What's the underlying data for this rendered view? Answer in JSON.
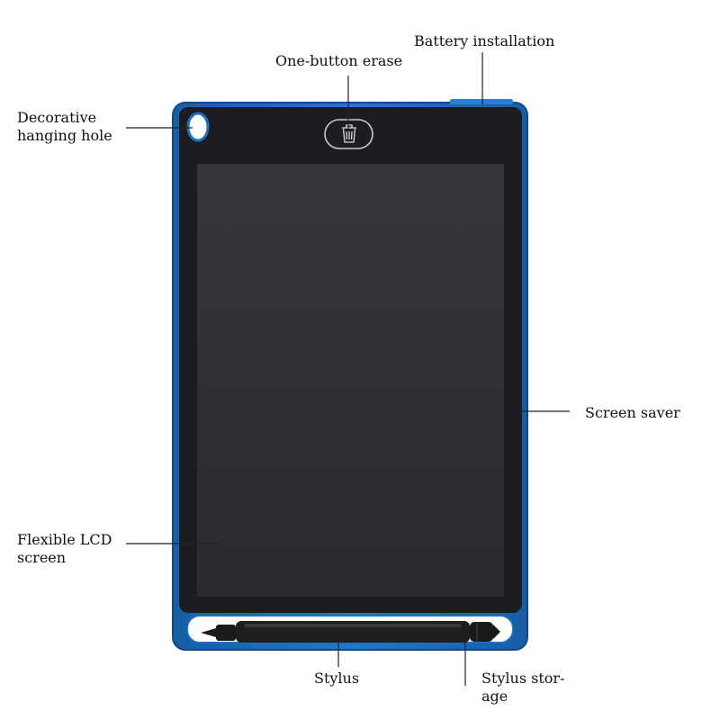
{
  "labels": {
    "battery_installation": "Battery installation",
    "one_button_erase": "One-button erase",
    "hanging_hole_line1": "Decorative",
    "hanging_hole_line2": "hanging hole",
    "screen_saver": "Screen saver",
    "flexible_lcd_line1": "Flexible LCD",
    "flexible_lcd_line2": "screen",
    "stylus": "Stylus",
    "stylus_storage_line1": "Stylus stor-",
    "stylus_storage_line2": "age"
  },
  "colors": {
    "frame_blue": "#1f6fbf",
    "frame_dark_blue": "#134f8f",
    "bezel": "#1e1f23",
    "screen": "#2c2d33",
    "leader_line": "#222222",
    "label_text": "#111111"
  },
  "icons": {
    "erase_button": "trash-icon"
  }
}
